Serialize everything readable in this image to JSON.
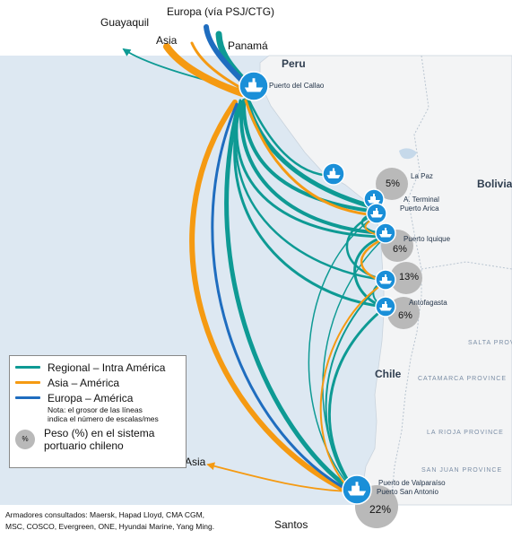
{
  "external_labels": {
    "guayaquil": "Guayaquil",
    "europa": "Europa (vía PSJ/CTG)",
    "asia_north": "Asia",
    "panama": "Panamá",
    "asia_south": "Asia",
    "santos": "Santos"
  },
  "countries": {
    "peru": "Peru",
    "bolivia": "Bolivia",
    "chile": "Chile"
  },
  "cities": {
    "callao": "Puerto del Callao",
    "la_paz": "La Paz",
    "arica_terminal": "A. Terminal",
    "arica_puerto": "Puerto Arica",
    "iquique": "Puerto Iquique",
    "antofagasta": "Antofagasta",
    "valparaiso": "Puerto de Valparaíso",
    "san_antonio": "Puerto San Antonio"
  },
  "regions": {
    "salta": "SALTA PROVINCE",
    "catamarca": "CATAMARCA PROVINCE",
    "la_rioja": "LA RIOJA PROVINCE",
    "san_juan": "SAN JUAN PROVINCE"
  },
  "port_weights": {
    "arica": "5%",
    "iquique": "6%",
    "mejillones": "13%",
    "antofagasta": "6%",
    "central": "22%"
  },
  "legend": {
    "regional": "Regional – Intra América",
    "asia": "Asia – América",
    "europa": "Europa – América",
    "note_line1": "Nota: el grosor de las líneas",
    "note_line2": "indica el número de escalas/mes",
    "circle_symbol": "%",
    "weight_line1": "Peso (%) en el sistema",
    "weight_line2": "portuario chileno"
  },
  "footnote": {
    "line1": "Armadores consultados: Maersk, Hapad Lloyd, CMA CGM,",
    "line2": "MSC, COSCO, Evergreen, ONE, Hyundai Marine, Yang Ming."
  },
  "colors": {
    "regional": "#0e9a94",
    "asia": "#f59a12",
    "europa": "#1f6dbf",
    "ocean": "#dde8f2",
    "land": "#f3f4f5",
    "port_icon": "#1a8fd8",
    "weight_circle": "#b9b9b9"
  },
  "icons": [
    "ship-icon"
  ]
}
